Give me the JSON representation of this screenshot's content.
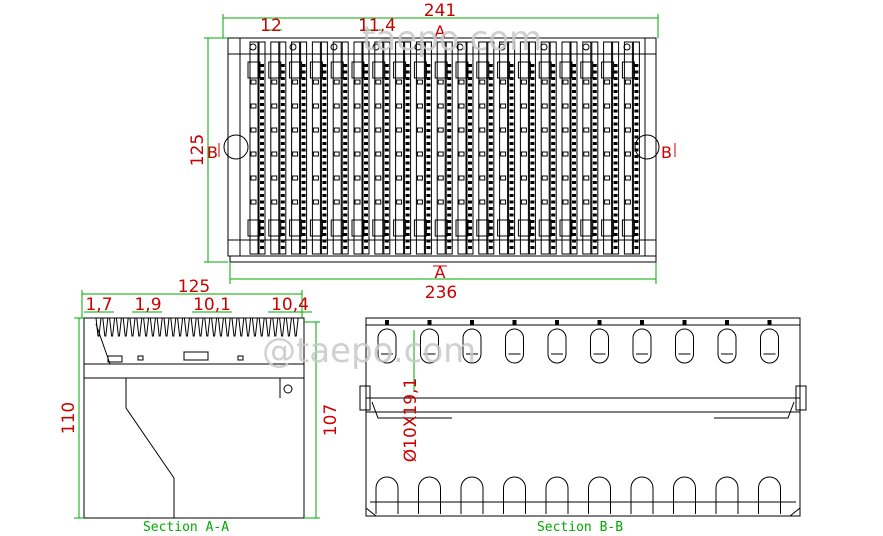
{
  "top_view": {
    "dim_top_overall": "241",
    "dim_slot": "12",
    "dim_pitch": "11,4",
    "dim_bottom_overall": "236",
    "dim_height": "125",
    "section_a_top": "A",
    "section_a_bottom": "A",
    "section_b_left": "B",
    "section_b_right": "B"
  },
  "section_aa": {
    "dim_width": "125",
    "dim_a": "1,7",
    "dim_b": "1,9",
    "dim_c": "10,1",
    "dim_d": "10,4",
    "dim_height_left": "110",
    "dim_height_right": "107",
    "caption": "Section A-A"
  },
  "section_bb": {
    "dim_hole": "Ø10X19,1",
    "caption": "Section B-B"
  },
  "watermarks": [
    "taepo.com",
    "@taepo.com"
  ],
  "colors": {
    "dimension": "#cc0000",
    "caption": "#00aa00",
    "outline": "#000000"
  }
}
